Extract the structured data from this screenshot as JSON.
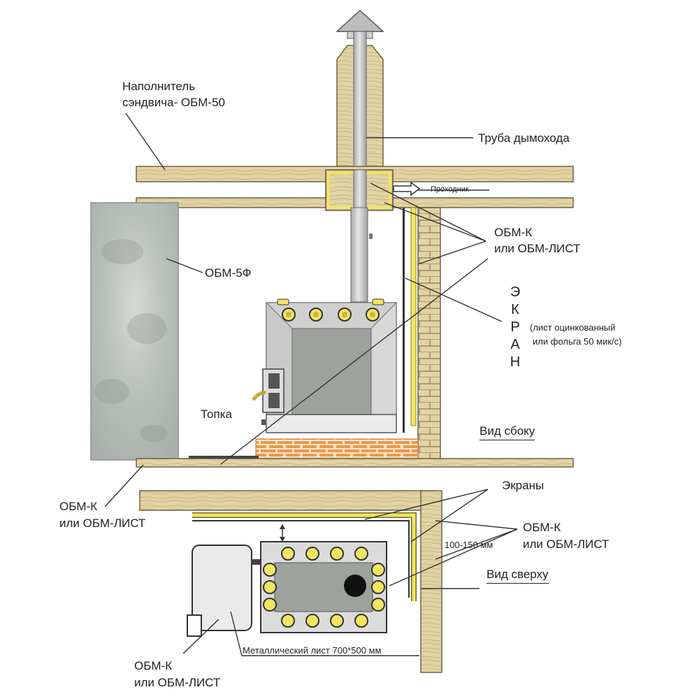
{
  "labels": {
    "sandwich_filler_line1": "Наполнитель",
    "sandwich_filler_line2": "сэндвича- ОБМ-50",
    "chimney_pipe": "Труба дымохода",
    "pass_through": "Проходник",
    "obm_k_top_line1": "ОБМ-К",
    "obm_k_top_line2": "или ОБМ-ЛИСТ",
    "obm_5f": "ОБМ-5Ф",
    "screen_vertical": "ЭКРАН",
    "screen_note_line1": "(лист оцинкованный",
    "screen_note_line2": "или фольга 50 мик/с)",
    "firebox": "Топка",
    "side_view": "Вид сбоку",
    "obm_k_left_line1": "ОБМ-К",
    "obm_k_left_line2": "или ОБМ-ЛИСТ",
    "screens": "Экраны",
    "obm_k_right_line1": "ОБМ-К",
    "obm_k_right_line2": "или ОБМ-ЛИСТ",
    "gap_distance": "100-150 мм",
    "top_view": "Вид сверху",
    "metal_sheet": "Металлический лист 700*500 мм",
    "obm_k_bottom_line1": "ОБМ-К",
    "obm_k_bottom_line2": "или ОБМ-ЛИСТ"
  },
  "colors": {
    "wood": "#e2d3a5",
    "wood_edge": "#6e6445",
    "yellow_screen": "#f2e560",
    "brick": "#ee9a45",
    "stove_body": "#dcdcdc",
    "stove_inner": "#9ea29d",
    "insulation_board": "#bfc4bf",
    "pipe": "#c8c8c8",
    "line": "#333333"
  }
}
